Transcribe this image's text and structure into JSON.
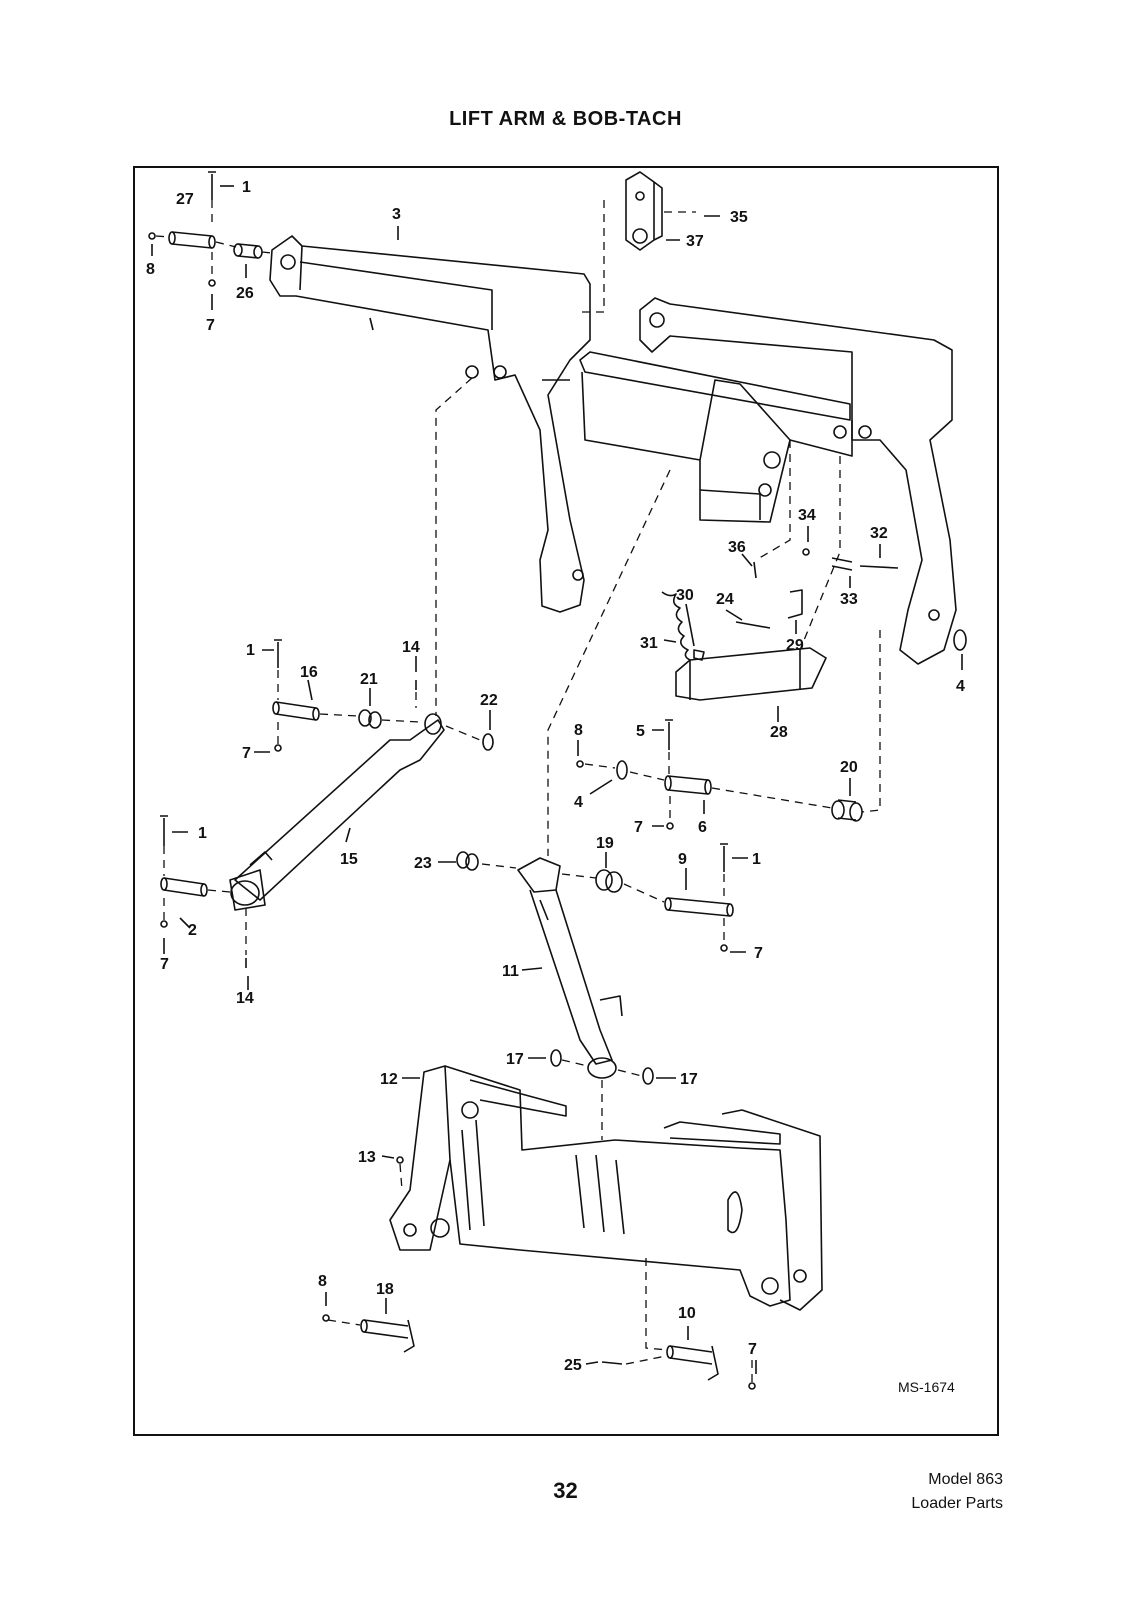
{
  "title": "LIFT ARM & BOB-TACH",
  "drawing_ref": "MS-1674",
  "page_number": "32",
  "footer": {
    "model": "Model 863",
    "section": "Loader Parts"
  },
  "callouts": {
    "c1a": "1",
    "c27": "27",
    "c3": "3",
    "c35": "35",
    "c37": "37",
    "c8a": "8",
    "c26": "26",
    "c7a": "7",
    "c34": "34",
    "c32": "32",
    "c36": "36",
    "c33": "33",
    "c30": "30",
    "c24": "24",
    "c31": "31",
    "c29": "29",
    "c4a": "4",
    "c28": "28",
    "c1b": "1",
    "c14a": "14",
    "c16": "16",
    "c21": "21",
    "c22": "22",
    "c7b": "7",
    "c8b": "8",
    "c5": "5",
    "c20": "20",
    "c4b": "4",
    "c7c": "7",
    "c6": "6",
    "c1c": "1",
    "c15": "15",
    "c23": "23",
    "c19": "19",
    "c9": "9",
    "c1d": "1",
    "c2": "2",
    "c7d": "7",
    "c7e": "7",
    "c14b": "14",
    "c11": "11",
    "c17a": "17",
    "c17b": "17",
    "c12": "12",
    "c13": "13",
    "c8c": "8",
    "c18": "18",
    "c10": "10",
    "c7f": "7",
    "c25": "25"
  }
}
